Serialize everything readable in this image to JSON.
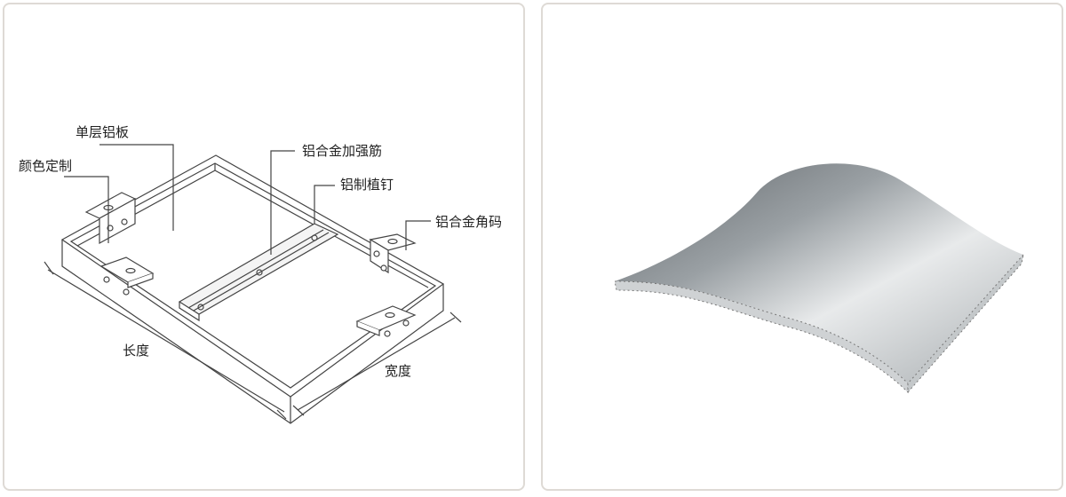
{
  "diagram": {
    "labels": {
      "single_layer_panel": "单层铝板",
      "color_custom": "颜色定制",
      "alloy_stiffener": "铝合金加强筋",
      "aluminum_stud": "铝制植钉",
      "alloy_corner_bracket": "铝合金角码",
      "length": "长度",
      "width": "宽度"
    }
  },
  "photo": {
    "subject": "curved-honeycomb-panel"
  },
  "colors": {
    "border": "#dedad5",
    "line": "#333333"
  }
}
